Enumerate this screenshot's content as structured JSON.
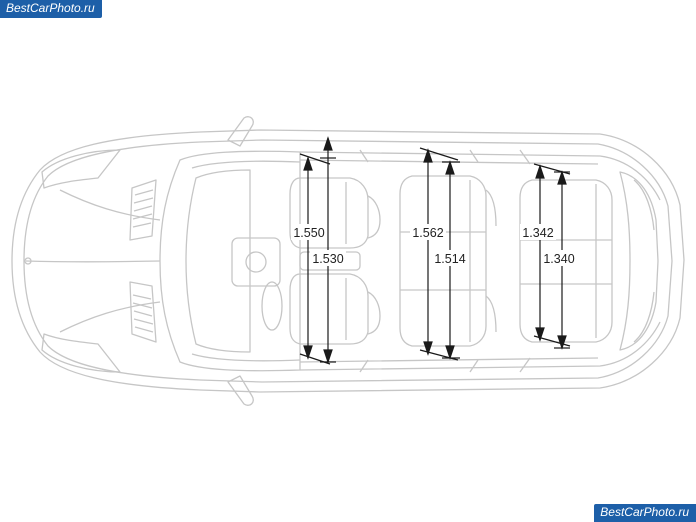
{
  "watermark": {
    "top_left": "BestCarPhoto.ru",
    "bottom_right": "BestCarPhoto.ru"
  },
  "diagram": {
    "subject": "vehicle top view interior width dimensions",
    "colors": {
      "outline": "#c8c8c8",
      "dim_line": "#1a1a1a",
      "background": "#ffffff",
      "watermark_bg": "#1d5fa8"
    },
    "dimensions": {
      "front_row": {
        "shoulder": "1.550",
        "elbow": "1.530"
      },
      "second_row": {
        "shoulder": "1.562",
        "elbow": "1.514"
      },
      "third_row": {
        "shoulder": "1.342",
        "elbow": "1.340"
      }
    }
  }
}
